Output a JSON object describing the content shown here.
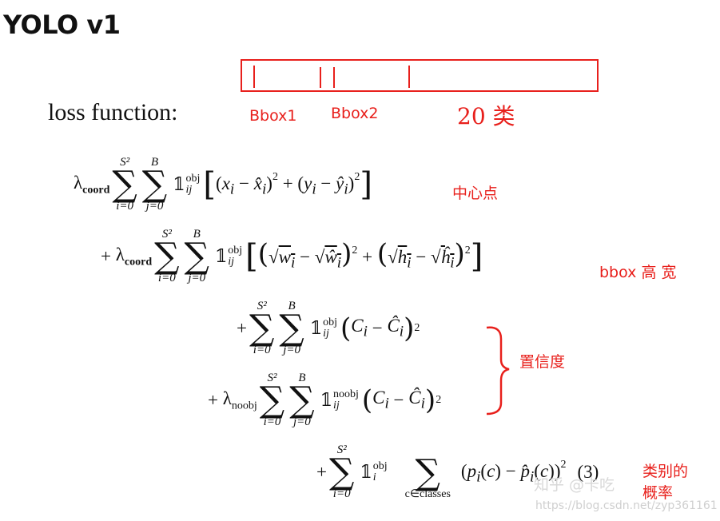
{
  "header": {
    "title": "YOLO v1"
  },
  "loss_heading": "loss function:",
  "vector_labels": {
    "bbox1": "Bbox1",
    "bbox2": "Bbox2",
    "count": "20 类"
  },
  "terms": {
    "lambda_coord": "λ",
    "coord_sub": "coord",
    "noobj_sub": "noobj",
    "sum_top_S": "S²",
    "sum_top_B": "B",
    "sum_bot_i": "i=0",
    "sum_bot_j": "j=0",
    "sum_bot_c": "c∈classes",
    "obj": "obj",
    "noobj": "noobj",
    "ij": "ij",
    "i": "i",
    "eq_number": "(3)"
  },
  "annotations": {
    "center": "中心点",
    "size": "bbox 高 宽",
    "confidence": "置信度",
    "class_prob_line1": "类别的",
    "class_prob_line2": "概率"
  },
  "watermark": {
    "brand": "知乎 @卡吃",
    "url": "https://blog.csdn.net/zyp361161"
  },
  "colors": {
    "annotation": "#e8201c",
    "text": "#111111"
  }
}
